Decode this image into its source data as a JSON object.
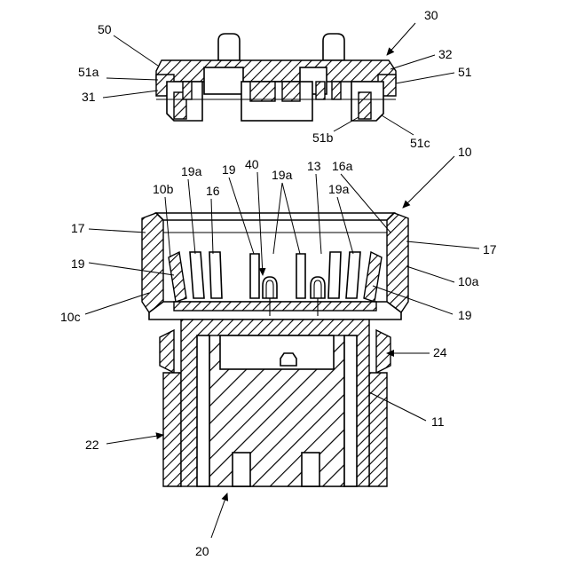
{
  "labels": {
    "l30": "30",
    "l50": "50",
    "l32": "32",
    "l51a": "51a",
    "l51": "51",
    "l31": "31",
    "l51b": "51b",
    "l51c": "51c",
    "l10": "10",
    "l13": "13",
    "l16a": "16a",
    "l40": "40",
    "l19a_1": "19a",
    "l19_top": "19",
    "l10b": "10b",
    "l16": "16",
    "l19a_2": "19a",
    "l19a_3": "19a",
    "l17_left": "17",
    "l17_right": "17",
    "l19_left": "19",
    "l10a": "10a",
    "l10c": "10c",
    "l19_right": "19",
    "l24": "24",
    "l11": "11",
    "l22": "22",
    "l20": "20"
  }
}
